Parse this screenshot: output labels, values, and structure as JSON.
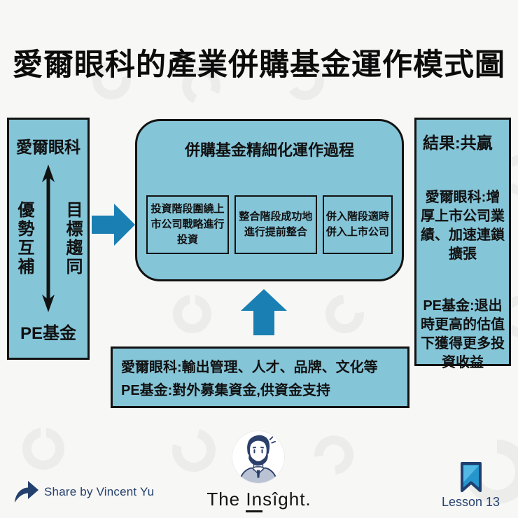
{
  "page": {
    "title": "愛爾眼科的產業併購基金運作模式圖"
  },
  "left_box": {
    "top_label": "愛爾眼科",
    "left_vertical_label": "優勢互補",
    "right_vertical_label": "目標趨同",
    "bottom_label": "PE基金"
  },
  "center_box": {
    "title": "併購基金精細化運作過程",
    "stages": [
      {
        "label": "投資階段圍繞上市公司戰略進行投資"
      },
      {
        "label": "整合階段成功地進行提前整合"
      },
      {
        "label": "併入階段適時併入上市公司"
      }
    ]
  },
  "right_box": {
    "title": "結果:共贏",
    "aier_result": "愛爾眼科:增厚上市公司業績、加速連鎖擴張",
    "pe_result": "PE基金:退出時更高的估值下獲得更多投資收益"
  },
  "bottom_box": {
    "aier_input": "愛爾眼科:輸出管理、人才、品牌、文化等",
    "pe_input": "PE基金:對外募集資金,供資金支持"
  },
  "footer": {
    "share_label": "Share by Vincent Yu",
    "brand_prefix": "The ",
    "brand_mark": "In",
    "brand_rest": "sîght.",
    "lesson_label": "Lesson 13"
  },
  "icons": {
    "share": "share-forward-arrow",
    "bookmark": "bookmark-ribbon",
    "avatar": "bearded-man-illustration",
    "flow_right": "flow-arrow-right",
    "flow_up": "flow-arrow-up",
    "two_way": "two-way-vertical-arrow",
    "watermark": "ring-watermark"
  },
  "colors": {
    "background": "#f7f7f5",
    "box_fill": "#85c5d8",
    "box_border": "#121212",
    "flow_arrow": "#1a7fb3",
    "navy": "#24406e",
    "bookmark_fill": "#2596cd",
    "bookmark_highlight": "#54b8e4",
    "watermark": "#ececea"
  }
}
